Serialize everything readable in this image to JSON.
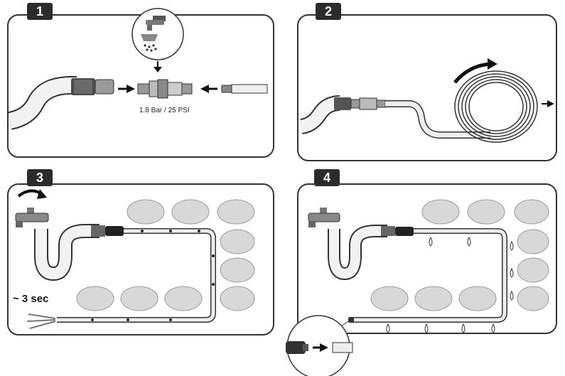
{
  "steps": [
    {
      "number": "1",
      "caption": "1.8 Bar / 25 PSI"
    },
    {
      "number": "2"
    },
    {
      "number": "3",
      "duration": "~ 3 sec"
    },
    {
      "number": "4"
    }
  ],
  "colors": {
    "outline": "#333333",
    "badge": "#2b2b2b",
    "hose_fill": "#f2f2f2",
    "bush": "#d8d8d8"
  }
}
